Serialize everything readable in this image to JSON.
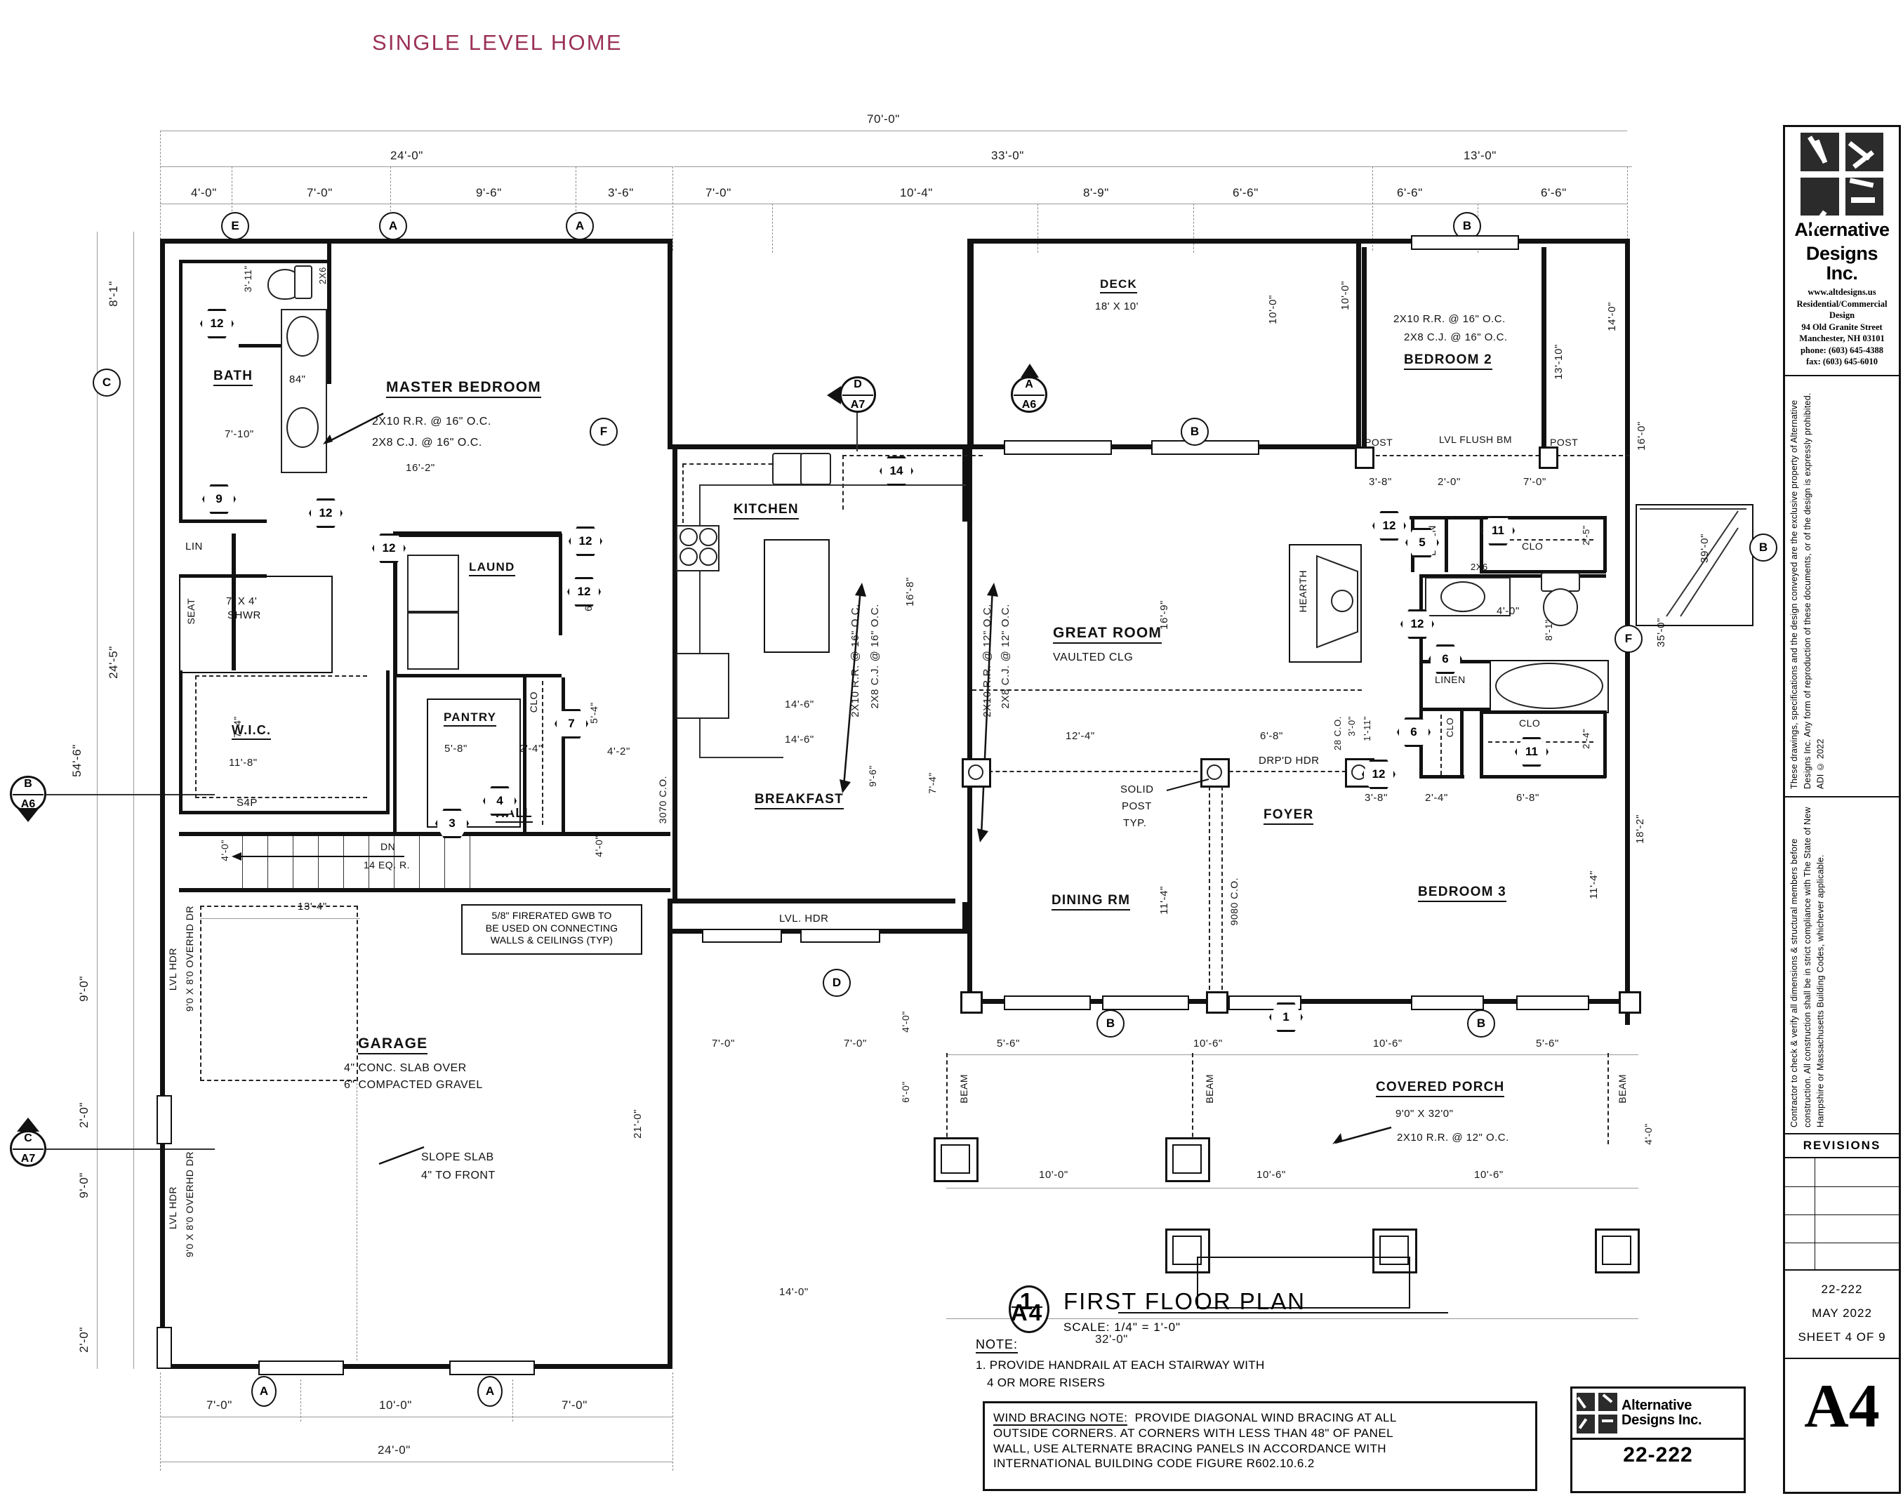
{
  "sheet": {
    "banner_title": "SINGLE LEVEL HOME",
    "banner_color": "#9b3158",
    "drawing_title": "FIRST FLOOR PLAN",
    "drawing_scale": "SCALE:  1/4\" = 1'-0\"",
    "drawing_bubble_top": "1",
    "drawing_bubble_bottom": "A4",
    "sheet_number": "A4"
  },
  "title_block": {
    "company_line1": "Alternative",
    "company_line2": "Designs Inc.",
    "website": "www.altdesigns.us",
    "services_line1": "Residential/Commercial",
    "services_line2": "Design",
    "address": "94 Old Granite Street",
    "city_state_zip": "Manchester, NH 03101",
    "phone": "phone:  (603) 645-4388",
    "fax": "fax:  (603) 645-6010",
    "copyright_text": "These drawings, specifications and the design conveyed are the exclusive property of Alternative Designs Inc. Any form of reproduction of these documents, or of the design is expressly prohibited. ADI © 2022",
    "contractor_note": "Contractor to check & verify all dimensions & structural members before construction. All construction shall be in strict compliance with The State of New Hampshire or Massachusetts Building Codes, whichever applicable.",
    "revisions_header": "REVISIONS",
    "project_number": "22-222",
    "project_date": "MAY 2022",
    "sheet_count": "SHEET 4 OF 9"
  },
  "bottom_logo": {
    "company_line1": "Alternative",
    "company_line2": "Designs Inc.",
    "project_number": "22-222"
  },
  "notes": {
    "note_header": "NOTE:",
    "note_line1": "1. PROVIDE HANDRAIL AT EACH STAIRWAY WITH",
    "note_line2": "4 OR MORE RISERS",
    "wind_bracing_title": "WIND BRACING NOTE:",
    "wind_bracing_l1": "PROVIDE DIAGONAL WIND BRACING AT ALL",
    "wind_bracing_l2": "OUTSIDE CORNERS.  AT  CORNERS WITH LESS THAN 48\"  OF PANEL",
    "wind_bracing_l3": "WALL, USE ALTERNATE BRACING PANELS IN ACCORDANCE WITH",
    "wind_bracing_l4": "INTERNATIONAL BUILDING CODE FIGURE R602.10.6.2",
    "gwb_l1": "5/8\" FIRERATED GWB TO",
    "gwb_l2": "BE USED ON CONNECTING",
    "gwb_l3": "WALLS & CEILINGS (TYP)"
  },
  "rooms": [
    {
      "id": "bath",
      "name": "BATH"
    },
    {
      "id": "master",
      "name": "MASTER BEDROOM"
    },
    {
      "id": "wic",
      "name": "W.I.C."
    },
    {
      "id": "laund",
      "name": "LAUND"
    },
    {
      "id": "pantry",
      "name": "PANTRY"
    },
    {
      "id": "hall",
      "name": "HALL"
    },
    {
      "id": "garage",
      "name": "GARAGE"
    },
    {
      "id": "kitchen",
      "name": "KITCHEN"
    },
    {
      "id": "breakfast",
      "name": "BREAKFAST"
    },
    {
      "id": "great",
      "name": "GREAT ROOM"
    },
    {
      "id": "dining",
      "name": "DINING RM"
    },
    {
      "id": "foyer",
      "name": "FOYER"
    },
    {
      "id": "bed2",
      "name": "BEDROOM 2"
    },
    {
      "id": "bed3",
      "name": "BEDROOM 3"
    },
    {
      "id": "porch",
      "name": "COVERED PORCH"
    },
    {
      "id": "deck",
      "name": "DECK"
    }
  ],
  "room_notes": {
    "master_framing_1": "2X10 R.R.  @ 16\" O.C.",
    "master_framing_2": "2X8 C.J. @ 16\" O.C.",
    "bed2_framing_1": "2X10 R.R.  @ 16\" O.C.",
    "bed2_framing_2": "2X8 C.J. @ 16\" O.C.",
    "kitchen_framing_1": "2X10 R.R. @ 16\" O.C.",
    "kitchen_framing_2": "2X8 C.J. @ 16\" O.C.",
    "great_framing_1": "2X10 R.R. @ 12\" O.C.",
    "great_framing_2": "2X8 C.J. @ 12\" O.C.",
    "great_ceiling": "VAULTED CLG",
    "garage_spec_1": "4\" CONC. SLAB OVER",
    "garage_spec_2": "6\" COMPACTED GRAVEL",
    "garage_slope_1": "SLOPE SLAB",
    "garage_slope_2": "4\" TO FRONT",
    "deck_size": "18' X 10'",
    "porch_size": "9'0\" X 32'0\"",
    "porch_framing": "2X10 R.R. @ 12\" O.C.",
    "shower_size_1": "7' X 4'",
    "shower_size_2": "SHWR",
    "seat": "SEAT",
    "lin": "LIN",
    "linen_1": "LINEN",
    "linen_2": "LINEN",
    "clo_1": "CLO",
    "clo_2": "CLO",
    "clo_3": "CLO",
    "clo_4": "CLO",
    "vanity_84": "84\"",
    "solid_post_1": "SOLID",
    "solid_post_2": "POST",
    "solid_post_3": "TYP.",
    "drpd_hdr": "DRP'D HDR",
    "hearth": "HEARTH",
    "post_left": "POST",
    "post_right": "POST",
    "lvl_flush_bm": "LVL FLUSH BM",
    "lvl_hdr_kitchen": "LVL. HDR",
    "stair_dn": "DN",
    "stair_risers": "14 EQ. R.",
    "s4p": "S4P",
    "size_2x6_a": "2X6",
    "size_2x6_b": "2X6",
    "beam_1": "BEAM",
    "beam_2": "BEAM",
    "beam_3": "BEAM",
    "lvl_hdr_g1": "LVL HDR",
    "lvl_hdr_g2": "LVL HDR",
    "ovhd_dr_1": "9'0 X 8'0 OVERHD DR",
    "ovhd_dr_2": "9'0 X 8'0 OVERHD DR",
    "co_3070": "3070 C.O.",
    "co_9080": "9080 C.O.",
    "co_2868": "28 C.O.",
    "co_2868b": "28 C.O."
  },
  "dimensions": {
    "top_overall": "70'-0\"",
    "top_left_overall": "24'-0\"",
    "top_left_a": "4'-0\"",
    "top_left_b": "7'-0\"",
    "top_left_c": "9'-6\"",
    "top_left_d": "3'-6\"",
    "top_mid_overall": "33'-0\"",
    "top_mid_a": "7'-0\"",
    "top_mid_b": "10'-4\"",
    "top_mid_c": "8'-9\"",
    "top_mid_d": "6'-6\"",
    "top_right_overall": "13'-0\"",
    "top_right_a": "6'-6\"",
    "top_right_b": "6'-6\"",
    "left_a": "8'-1\"",
    "left_b": "24'-5\"",
    "left_c": "54'-6\"",
    "left_d": "9'-0\"",
    "left_e": "2'-0\"",
    "left_f": "9'-0\"",
    "left_g": "2'-0\"",
    "bottom_left_a": "7'-0\"",
    "bottom_left_b": "10'-0\"",
    "bottom_left_c": "7'-0\"",
    "bottom_left_overall": "24'-0\"",
    "bottom_mid_a": "7'-0\"",
    "bottom_mid_b": "7'-0\"",
    "bottom_porch_a": "5'-6\"",
    "bottom_porch_b": "10'-6\"",
    "bottom_porch_c": "10'-6\"",
    "bottom_porch_d": "5'-6\"",
    "bottom_pier_a": "10'-0\"",
    "bottom_pier_b": "10'-6\"",
    "bottom_pier_c": "10'-6\"",
    "bottom_porch_overall": "32'-0\"",
    "garage_depth": "21'-0\"",
    "garage_width_in": "13'-4\"",
    "garage_dim_14": "14'-0\"",
    "bath_31": "3'-11\"",
    "bath_710": "7'-10\"",
    "wic_74": "7'-4\"",
    "wic_118": "11'-8\"",
    "stair_40": "4'-0\"",
    "pantry_58": "5'-8\"",
    "pantry_24": "2'-4\"",
    "hall_54": "5'-4\"",
    "hall_42": "4'-2\"",
    "hall_40": "4'-0\"",
    "laund_60": "6'-0\"",
    "master_162": "16'-2\"",
    "kitchen_146a": "14'-6\"",
    "kitchen_146b": "14'-6\"",
    "kitchen_168": "16'-8\"",
    "kitchen_74": "7'-4\"",
    "great_169": "16'-9\"",
    "great_124": "12'-4\"",
    "great_68": "6'-8\"",
    "dining_114": "11'-4\"",
    "bed2_1310": "13'-10\"",
    "bed2_1410": "14'-0\"",
    "bed2_160": "16'-0\"",
    "bed2_100": "10'-0\"",
    "hall_r_38": "3'-8\"",
    "hall_r_20": "2'-0\"",
    "hall_r_70": "7'-0\"",
    "bathr_40": "4'-0\"",
    "bathr_81": "8'-1\"",
    "bathr_25": "2'-5\"",
    "bathr_24": "2'-4\"",
    "bed3_182": "18'-2\"",
    "bed3_114": "11'-4\"",
    "bed3_38": "3'-8\"",
    "bed3_24": "2'-4\"",
    "bed3_68": "6'-8\"",
    "bed3_111": "1'-11\"",
    "bed3_30": "3'-0\"",
    "right_350": "35'-0\"",
    "right_390": "39'-0\"",
    "deck_100": "10'-0\"",
    "left_porch_40": "4'-0\"",
    "left_porch_60": "6'-0\"",
    "left_porch_40b": "4'-0\"",
    "porch_right_40": "4'-0\"",
    "kitchen_96": "9'-6\""
  },
  "markers": {
    "hex": [
      "12",
      "12",
      "12",
      "9",
      "12",
      "12",
      "12",
      "7",
      "4",
      "3",
      "14",
      "12",
      "5",
      "11",
      "12",
      "6",
      "6",
      "11",
      "12",
      "12"
    ],
    "circle_top": [
      "E",
      "A",
      "A",
      "B",
      "F",
      "B"
    ],
    "circle_left": [
      "C"
    ],
    "circle_right": [
      "F",
      "B"
    ],
    "circle_bottom": [
      "B",
      "B",
      "A",
      "A"
    ],
    "oval_bottom": [
      "A",
      "A"
    ],
    "section_left_top": {
      "top": "B",
      "bottom": "A6"
    },
    "section_left_bottom": {
      "top": "C",
      "bottom": "A7"
    },
    "section_kitchen": {
      "top": "D",
      "bottom": "A7"
    },
    "section_great": {
      "top": "A",
      "bottom": "A6"
    },
    "hex_foyer": "1"
  }
}
